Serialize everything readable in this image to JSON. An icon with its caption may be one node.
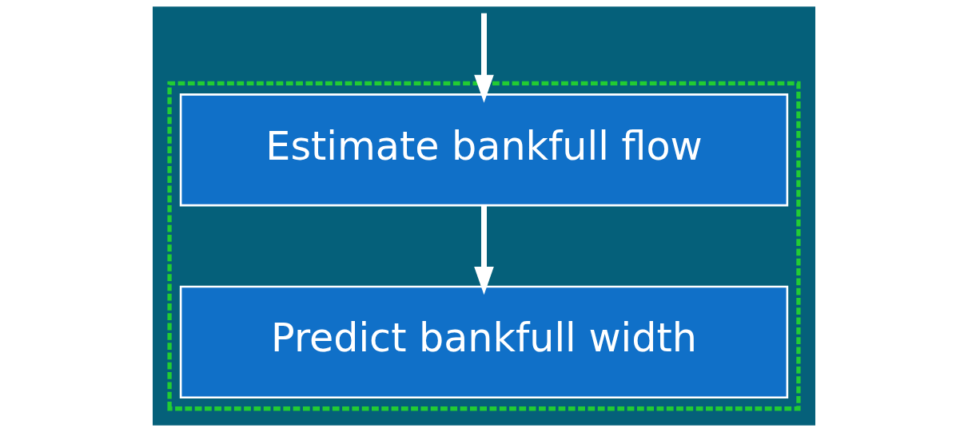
{
  "diagram": {
    "nodes": [
      {
        "text": [],
        "shape": "box"
      },
      {
        "text": [
          "Estimate bankfull flow"
        ],
        "in": 0
      },
      {
        "text": [
          "Predict bankfull width"
        ],
        "in": 0
      }
    ],
    "edges": [
      {
        "from": null,
        "to": 1,
        "arrow": "to"
      },
      {
        "from": 1,
        "to": 2,
        "arrow": "to"
      }
    ]
  }
}
